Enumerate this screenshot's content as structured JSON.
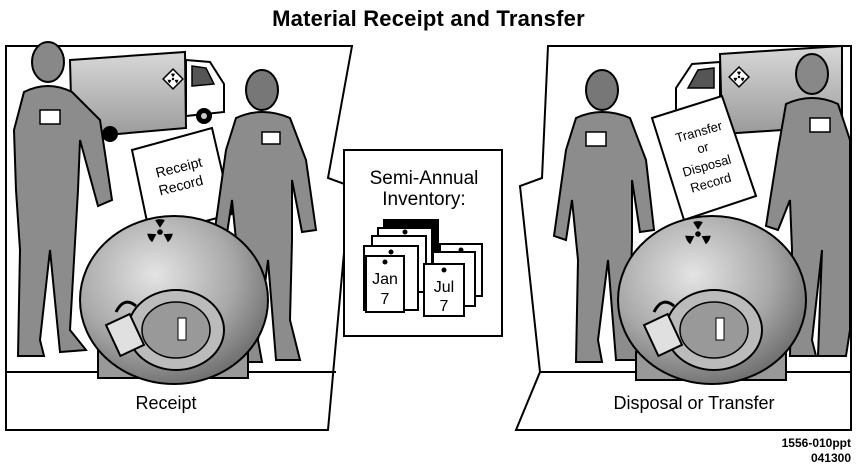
{
  "title": "Material Receipt and Transfer",
  "left_panel": {
    "record_label_line1": "Receipt",
    "record_label_line2": "Record",
    "caption": "Receipt"
  },
  "center_panel": {
    "heading_line1": "Semi-Annual",
    "heading_line2": "Inventory:",
    "calendar_1_month": "Jan",
    "calendar_1_day": "7",
    "calendar_2_month": "Jul",
    "calendar_2_day": "7"
  },
  "right_panel": {
    "record_label_line1": "Transfer",
    "record_label_line2": "or",
    "record_label_line3": "Disposal",
    "record_label_line4": "Record",
    "caption": "Disposal or Transfer"
  },
  "footer": {
    "code_line1": "1556-010ppt",
    "code_line2": "041300"
  },
  "icons": [
    "radiation-trefoil-icon",
    "truck-icon",
    "padlock-icon"
  ]
}
